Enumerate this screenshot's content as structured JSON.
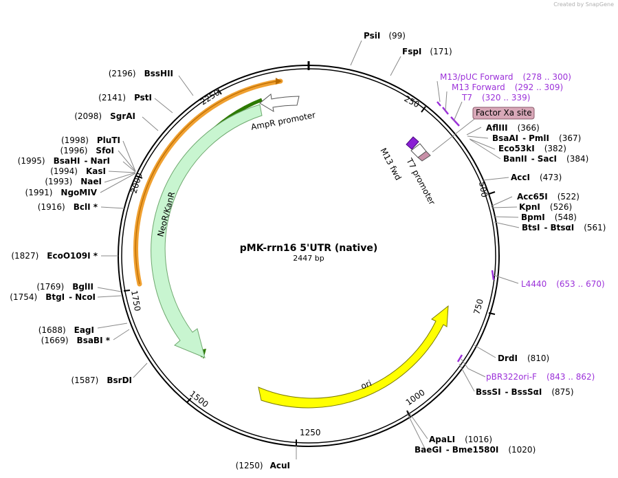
{
  "watermark": "Created by  SnapGene",
  "plasmid": {
    "name": "pMK-rrn16 5'UTR (native)",
    "size": "2447 bp"
  },
  "ticks": [
    "250",
    "500",
    "750",
    "1000",
    "1250",
    "1500",
    "1750",
    "2000",
    "2250"
  ],
  "sites": {
    "PsiI": {
      "name": "PsiI",
      "pos": "(99)"
    },
    "FspI": {
      "name": "FspI",
      "pos": "(171)"
    },
    "AflIII": {
      "name": "AflIII",
      "pos": "(366)"
    },
    "BsaAI": {
      "name": "BsaAI",
      "sep": "-",
      "name2": "PmlI",
      "pos": "(367)"
    },
    "Eco53kI": {
      "name": "Eco53kI",
      "pos": "(382)"
    },
    "BanII": {
      "name": "BanII",
      "sep": "-",
      "name2": "SacI",
      "pos": "(384)"
    },
    "AccI": {
      "name": "AccI",
      "pos": "(473)"
    },
    "Acc65I": {
      "name": "Acc65I",
      "pos": "(522)"
    },
    "KpnI": {
      "name": "KpnI",
      "pos": "(526)"
    },
    "BpmI": {
      "name": "BpmI",
      "pos": "(548)"
    },
    "BtsI": {
      "name": "BtsI",
      "sep": "-",
      "name2": "BtsαI",
      "pos": "(561)"
    },
    "DrdI": {
      "name": "DrdI",
      "pos": "(810)"
    },
    "BssSI": {
      "name": "BssSI",
      "sep": "-",
      "name2": "BssSαI",
      "pos": "(875)"
    },
    "ApaLI": {
      "name": "ApaLI",
      "pos": "(1016)"
    },
    "BaeGI": {
      "name": "BaeGI",
      "sep": "-",
      "name2": "Bme1580I",
      "pos": "(1020)"
    },
    "AcuI": {
      "name": "AcuI",
      "pos": "(1250)"
    },
    "BsrDI": {
      "name": "BsrDI",
      "pos": "(1587)"
    },
    "BsaBI": {
      "name": "BsaBI *",
      "pos": "(1669)"
    },
    "EagI": {
      "name": "EagI",
      "pos": "(1688)"
    },
    "BtgI": {
      "name": "BtgI",
      "sep": "-",
      "name2": "NcoI",
      "pos": "(1754)"
    },
    "BglII": {
      "name": "BglII",
      "pos": "(1769)"
    },
    "EcoO109I": {
      "name": "EcoO109I *",
      "pos": "(1827)"
    },
    "BclI": {
      "name": "BclI *",
      "pos": "(1916)"
    },
    "NgoMIV": {
      "name": "NgoMIV",
      "pos": "(1991)"
    },
    "NaeI": {
      "name": "NaeI",
      "pos": "(1993)"
    },
    "KasI": {
      "name": "KasI",
      "pos": "(1994)"
    },
    "BsaHI": {
      "name": "BsaHI",
      "sep": "-",
      "name2": "NarI",
      "pos": "(1995)"
    },
    "SfoI": {
      "name": "SfoI",
      "pos": "(1996)"
    },
    "PluTI": {
      "name": "PluTI",
      "pos": "(1998)"
    },
    "SgrAI": {
      "name": "SgrAI",
      "pos": "(2098)"
    },
    "PstI": {
      "name": "PstI",
      "pos": "(2141)"
    },
    "BssHII": {
      "name": "BssHII",
      "pos": "(2196)"
    }
  },
  "primers": {
    "M13pUC": {
      "name": "M13/pUC Forward",
      "range": "(278 .. 300)"
    },
    "M13F": {
      "name": "M13 Forward",
      "range": "(292 .. 309)"
    },
    "T7": {
      "name": "T7",
      "range": "(320 .. 339)"
    },
    "L4440": {
      "name": "L4440",
      "range": "(653 .. 670)"
    },
    "pBR322": {
      "name": "pBR322ori-F",
      "range": "(843 .. 862)"
    }
  },
  "features": {
    "factorXa": "Factor Xa site",
    "ampR": "AmpR promoter",
    "neoKan": "NeoR/KanR",
    "ori": "ori",
    "m13fwd": "M13 fwd",
    "t7promoter": "T7 promoter"
  },
  "colors": {
    "backbone": "#000000",
    "primer": "#9b30d9",
    "neoKan_fill": "#c8f5d0",
    "neoKan_inner": "#2d7a00",
    "orange_arc": "#f0a030",
    "ori_fill": "#ffff00",
    "ampR_fill": "#ffffff",
    "factorXa_fill": "#d8a8b8",
    "m13fwd_fill": "#8a1fd4",
    "t7_fill": "#c890a8"
  }
}
